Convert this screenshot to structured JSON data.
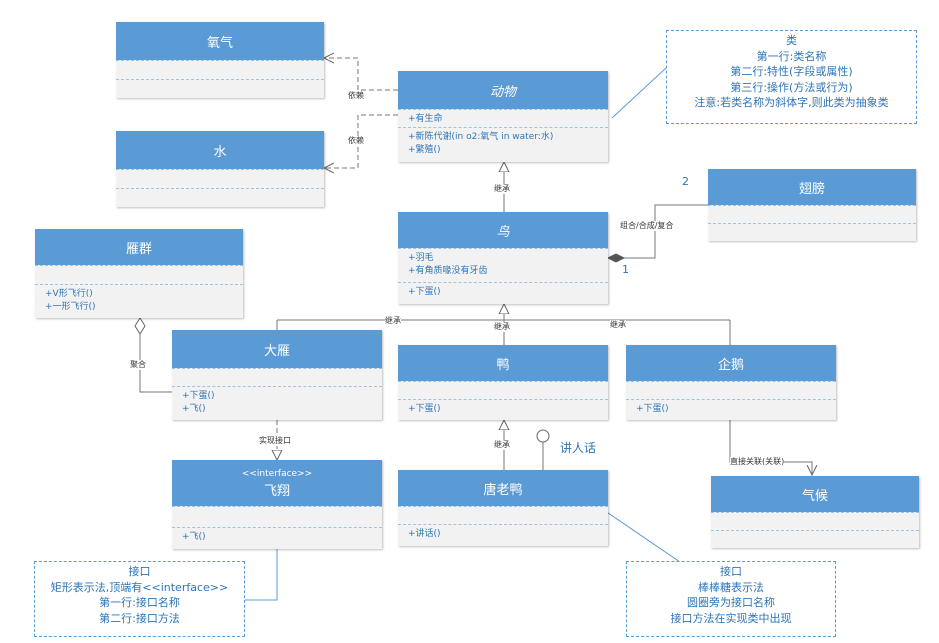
{
  "classes": {
    "oxygen": {
      "name": "氧气"
    },
    "water": {
      "name": "水"
    },
    "animal": {
      "name": "动物",
      "attrs": [
        "+有生命"
      ],
      "ops": [
        "+新陈代谢(in o2:氧气 in water:水)",
        "+繁殖()"
      ]
    },
    "bird": {
      "name": "鸟",
      "attrs": [
        "+羽毛",
        "+有角质喙没有牙齿"
      ],
      "ops": [
        "+下蛋()"
      ]
    },
    "wing": {
      "name": "翅膀"
    },
    "flock": {
      "name": "雁群",
      "ops": [
        "+V形飞行()",
        "+一形飞行()"
      ]
    },
    "goose": {
      "name": "大雁",
      "ops": [
        "+下蛋()",
        "+飞()"
      ]
    },
    "duck": {
      "name": "鸭",
      "ops": [
        "+下蛋()"
      ]
    },
    "penguin": {
      "name": "企鹅",
      "ops": [
        "+下蛋()"
      ]
    },
    "donald": {
      "name": "唐老鸭",
      "ops": [
        "+讲话()"
      ]
    },
    "fly": {
      "stereotype": "<<interface>>",
      "name": "飞翔",
      "ops": [
        "+飞()"
      ]
    },
    "climate": {
      "name": "气候"
    }
  },
  "labels": {
    "dep1": "依赖",
    "dep2": "依赖",
    "inherit1": "继承",
    "composition": "组合/合成/复合",
    "agg": "聚合",
    "inherit_goose": "继承",
    "inherit_duck": "继承",
    "inherit_penguin": "继承",
    "realize": "实现接口",
    "inherit_donald": "继承",
    "assoc": "直接关联(关联)",
    "speak": "讲人话",
    "mult_2": "2",
    "mult_1": "1"
  },
  "notes": {
    "class_note": [
      "类",
      "第一行:类名称",
      "第二行:特性(字段或属性)",
      "第三行:操作(方法或行为)",
      "注意:若类名称为斜体字,则此类为抽象类"
    ],
    "iface_rect_note": [
      "接口",
      "矩形表示法,顶端有<<interface>>",
      "第一行:接口名称",
      "第二行:接口方法"
    ],
    "lollipop_note": [
      "接口",
      "棒棒糖表示法",
      "圆圈旁为接口名称",
      "接口方法在实现类中出现"
    ]
  }
}
